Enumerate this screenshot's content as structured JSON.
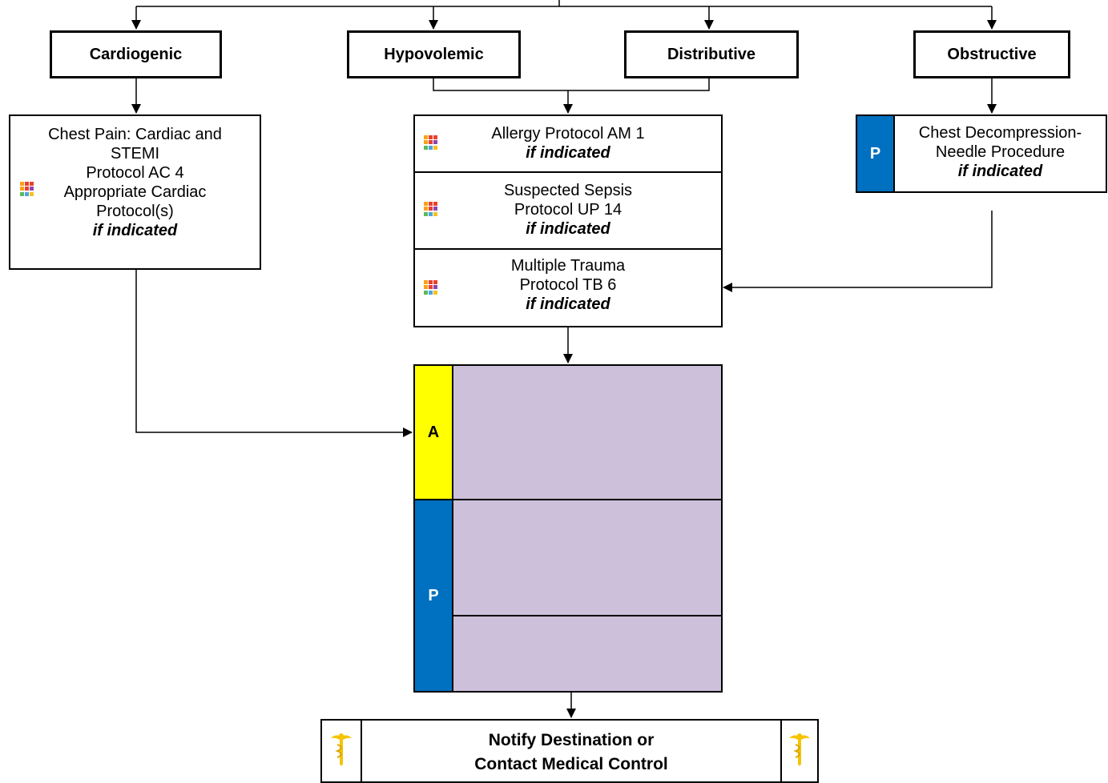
{
  "headers": {
    "cardiogenic": "Cardiogenic",
    "hypovolemic": "Hypovolemic",
    "distributive": "Distributive",
    "obstructive": "Obstructive"
  },
  "cardiogenic_box": {
    "line1": "Chest Pain: Cardiac and",
    "line2": "STEMI",
    "line3": "Protocol AC 4",
    "line4": "Appropriate Cardiac",
    "line5": "Protocol(s)",
    "line6": "if indicated"
  },
  "middle_stack": {
    "allergy": {
      "line1": "Allergy Protocol AM 1",
      "line2": "if indicated"
    },
    "sepsis": {
      "line1": "Suspected Sepsis",
      "line2": "Protocol UP 14",
      "line3": "if indicated"
    },
    "trauma": {
      "line1": "Multiple Trauma",
      "line2": "Protocol TB 6",
      "line3": "if indicated"
    }
  },
  "obstructive_box": {
    "tab": "P",
    "line1": "Chest Decompression-",
    "line2": "Needle Procedure",
    "line3": "if indicated"
  },
  "treatment_block": {
    "tab_a": "A",
    "tab_p": "P"
  },
  "notify": {
    "line1": "Notify Destination or",
    "line2": "Contact Medical Control"
  },
  "colors": {
    "advanced_tab": "#ffff00",
    "paramedic_tab": "#0070c0",
    "treatment_fill": "#ccc0da",
    "caduceus": "#f5c400"
  },
  "icons": {
    "protocol": "protocol-grid-icon",
    "medical_control": "caduceus-icon"
  }
}
